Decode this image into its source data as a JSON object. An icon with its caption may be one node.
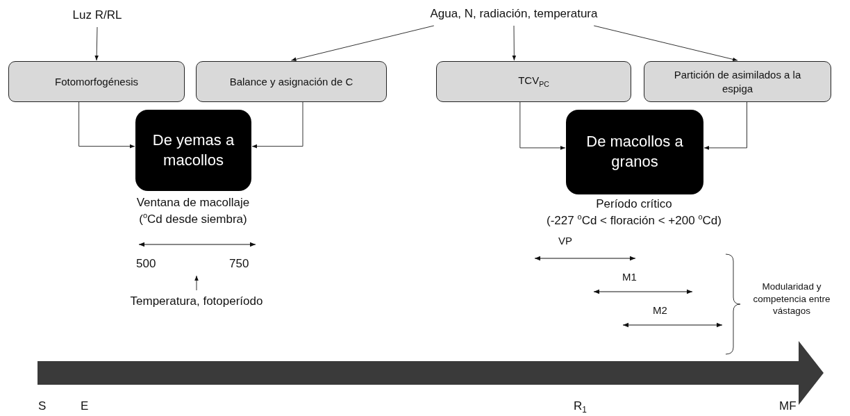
{
  "diagram": {
    "nodes": [
      {
        "text": [
          "Luz R/RL"
        ]
      },
      {
        "text": [
          "Agua, N, radiación, temperatura"
        ]
      },
      {
        "text": [
          "Fotomorfogénesis"
        ]
      },
      {
        "text": [
          "Balance y asignación de C"
        ]
      },
      {
        "text": [
          "TCV$_{PC}$"
        ]
      },
      {
        "text": [
          "Partición de asimilados a la espiga"
        ]
      },
      {
        "text": [
          "De yemas a macollos"
        ],
        "beside": [
          "Ventana de macollaje",
          "($^{o}$Cd desde siembra)"
        ]
      },
      {
        "text": [
          "De macollos a granos"
        ],
        "beside": [
          "Período crítico",
          "(-227 $^{o}$Cd < floración < +200 $^{o}$Cd)"
        ]
      },
      {
        "text": [
          "Temperatura, fotoperíodo"
        ]
      }
    ],
    "edges": [
      {
        "from": 0,
        "to": 2,
        "arrow": "to"
      },
      {
        "from": 1,
        "to": 3,
        "arrow": "to"
      },
      {
        "from": 1,
        "to": 4,
        "arrow": "to"
      },
      {
        "from": 1,
        "to": 5,
        "arrow": "to"
      },
      {
        "from": 2,
        "to": 6,
        "arrow": "to"
      },
      {
        "from": 3,
        "to": 6,
        "arrow": "to"
      },
      {
        "from": 4,
        "to": 7,
        "arrow": "to"
      },
      {
        "from": 5,
        "to": 7,
        "arrow": "to"
      },
      {
        "from": 8,
        "to": null,
        "arrow": "to"
      }
    ],
    "labels": [
      "500",
      "750",
      "VP",
      "M1",
      "M2",
      "Modularidad y competencia entre vástagos",
      "S",
      "E",
      "R$_{1}$",
      "MF"
    ]
  }
}
